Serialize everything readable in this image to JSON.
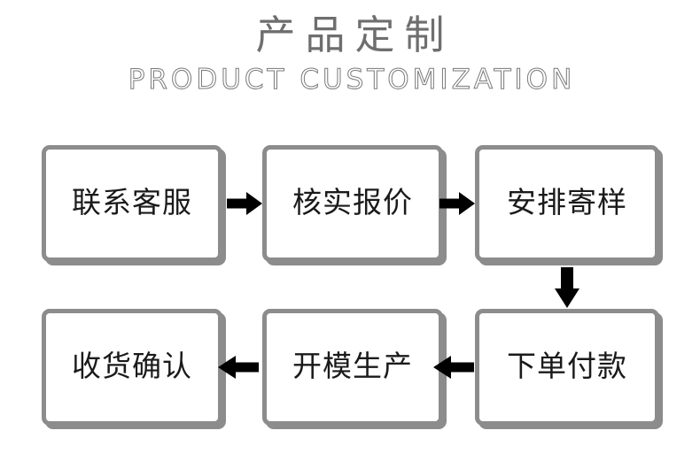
{
  "header": {
    "title_cn": "产品定制",
    "title_en": "PRODUCT CUSTOMIZATION"
  },
  "colors": {
    "title_gray": "#6e6e6e",
    "subtitle_outline": "#7a7a7a",
    "node_border": "#8c8c8c",
    "node_fill": "#ffffff",
    "node_text": "#1a1a1a",
    "arrow": "#000000",
    "background": "#ffffff"
  },
  "flow": {
    "nodes": [
      {
        "id": "contact-support",
        "label": "联系客服",
        "row": 1,
        "col": 1
      },
      {
        "id": "verify-quote",
        "label": "核实报价",
        "row": 1,
        "col": 2
      },
      {
        "id": "arrange-sample",
        "label": "安排寄样",
        "row": 1,
        "col": 3
      },
      {
        "id": "receipt-confirm",
        "label": "收货确认",
        "row": 2,
        "col": 1
      },
      {
        "id": "mold-production",
        "label": "开模生产",
        "row": 2,
        "col": 2
      },
      {
        "id": "order-payment",
        "label": "下单付款",
        "row": 2,
        "col": 3
      }
    ],
    "arrows": [
      {
        "id": "arrow-contact-to-quote",
        "direction": "right",
        "from": "contact-support",
        "to": "verify-quote"
      },
      {
        "id": "arrow-quote-to-sample",
        "direction": "right",
        "from": "verify-quote",
        "to": "arrange-sample"
      },
      {
        "id": "arrow-sample-to-payment",
        "direction": "down",
        "from": "arrange-sample",
        "to": "order-payment"
      },
      {
        "id": "arrow-production-to-receipt",
        "direction": "left",
        "from": "mold-production",
        "to": "receipt-confirm"
      },
      {
        "id": "arrow-payment-to-production",
        "direction": "left",
        "from": "order-payment",
        "to": "mold-production"
      }
    ]
  }
}
